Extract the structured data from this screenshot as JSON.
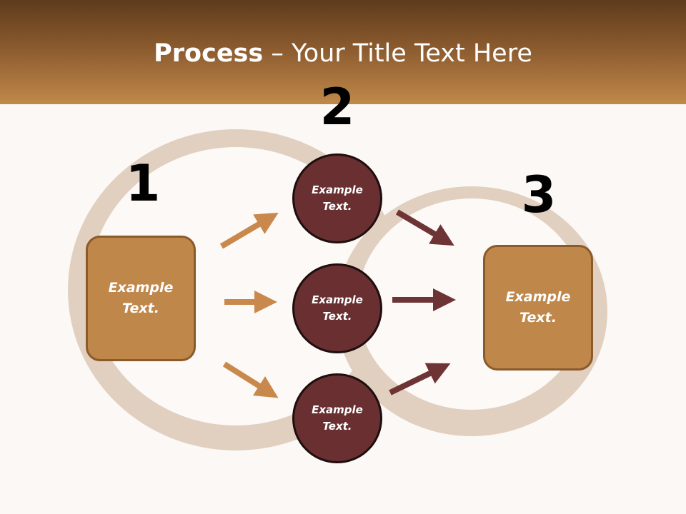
{
  "title": {
    "bold": "Process",
    "rest": " – Your Title Text Here"
  },
  "steps": {
    "one": "1",
    "two": "2",
    "three": "3"
  },
  "left_box": {
    "label": "Example\nText."
  },
  "right_box": {
    "label": "Example\nText."
  },
  "circles": [
    {
      "label": "Example\nText."
    },
    {
      "label": "Example\nText."
    },
    {
      "label": "Example\nText."
    }
  ],
  "colors": {
    "header": "#8a5a2e",
    "box": "#c0874a",
    "circle": "#6a2f31",
    "arrow_left": "#c9894c",
    "arrow_right": "#6e3435"
  }
}
